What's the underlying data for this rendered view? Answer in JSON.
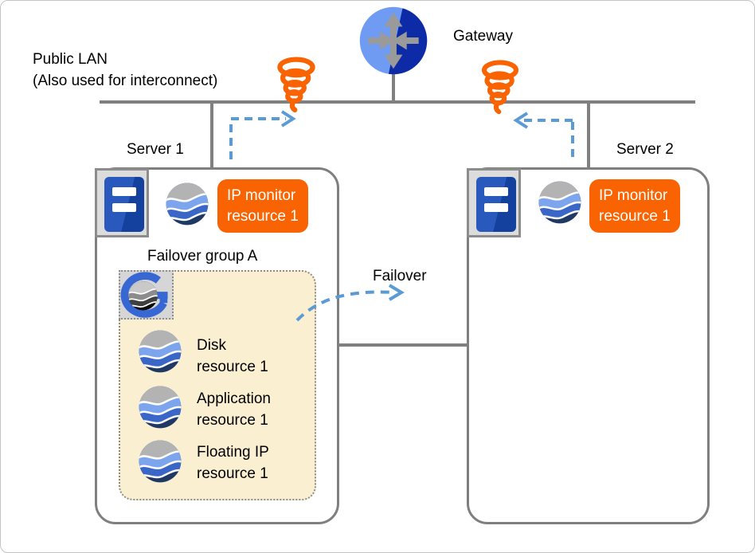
{
  "diagram": {
    "network": {
      "public_lan_line1": "Public LAN",
      "public_lan_line2": "(Also used for interconnect)",
      "gateway_label": "Gateway"
    },
    "failover_label": "Failover",
    "server1": {
      "label": "Server 1",
      "ip_monitor_line1": "IP monitor",
      "ip_monitor_line2": "resource 1",
      "failover_group": {
        "label": "Failover group A",
        "resources": [
          {
            "line1": "Disk",
            "line2": "resource 1"
          },
          {
            "line1": "Application",
            "line2": "resource 1"
          },
          {
            "line1": "Floating IP",
            "line2": "resource 1"
          }
        ]
      }
    },
    "server2": {
      "label": "Server 2",
      "ip_monitor_line1": "IP monitor",
      "ip_monitor_line2": "resource 1"
    },
    "icons": {
      "gateway": "router-gateway-icon",
      "storm": "network-fault-coil-icon",
      "resource": "wave-sphere-resource-icon",
      "server": "server-icon",
      "group": "failover-group-icon"
    },
    "colors": {
      "accent_orange": "#F96302",
      "arrow_blue": "#5B9BD5",
      "line_gray": "#7F7F7F",
      "group_fill": "#FAEFD0",
      "resource_navy": "#1F3864",
      "resource_blue": "#3A66C8",
      "resource_light_blue": "#7CA5EE",
      "gateway_light": "#6F9CF2",
      "gateway_dark": "#0D2BA6"
    }
  }
}
